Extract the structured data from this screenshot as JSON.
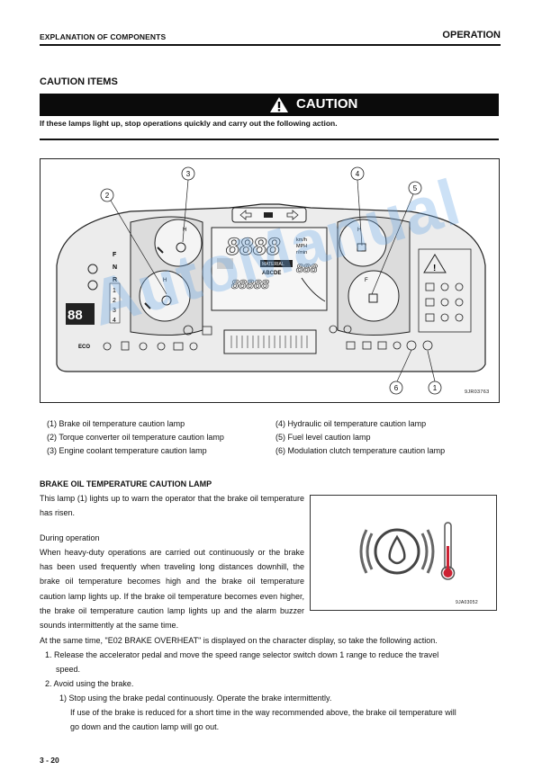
{
  "header": {
    "left": "EXPLANATION OF COMPONENTS",
    "right": "OPERATION"
  },
  "section_title": "CAUTION ITEMS",
  "caution": {
    "label": "CAUTION",
    "note": "If these lamps light up, stop operations quickly and carry out the following action."
  },
  "figure": {
    "code": "9JR03763",
    "callouts": [
      "1",
      "2",
      "3",
      "4",
      "5",
      "6"
    ],
    "display": {
      "big_digits": "8888",
      "units": [
        "km/h",
        "MPH",
        "r/min"
      ],
      "material_label": "MATERIAL",
      "material_letters": "ABCDE",
      "small_digits": "88888",
      "right_digits": "888",
      "gear_left": "88",
      "gear_letters": [
        "F",
        "N",
        "R"
      ],
      "gear_numbers": [
        "1",
        "2",
        "3",
        "4"
      ],
      "eco": "ECO"
    }
  },
  "items_left": [
    "(1)  Brake oil temperature caution lamp",
    "(2)  Torque converter oil temperature caution lamp",
    "(3)  Engine coolant temperature caution lamp"
  ],
  "items_right": [
    "(4)  Hydraulic oil temperature caution lamp",
    "(5)  Fuel level caution lamp",
    "(6)  Modulation clutch temperature caution lamp"
  ],
  "subsection_title": "BRAKE OIL TEMPERATURE CAUTION LAMP",
  "intro": "This lamp (1) lights up to warn the operator that the brake oil temperature has risen.",
  "during_operation_label": "During operation",
  "body_text": "When heavy-duty operations are carried out continuously or the brake has been used frequently when traveling long distances downhill, the brake oil temperature becomes high and the brake oil temperature caution lamp lights up. If the brake oil temperature becomes even higher, the brake oil temperature caution lamp lights up and the alarm buzzer sounds intermittently at the same time.",
  "e02_line": "At the same time, \"E02 BRAKE OVERHEAT\" is displayed on the character display, so take the following action.",
  "steps": {
    "step1": "1.  Release the accelerator pedal and move the speed range selector switch down 1 range to reduce the travel",
    "step1_cont": "speed.",
    "step2": "2.  Avoid using the brake.",
    "step2a": "1)  Stop using the brake pedal continuously. Operate the brake intermittently.",
    "step2a_cont1": "If use of the brake is reduced for a short time in the way recommended above, the brake oil temperature will",
    "step2a_cont2": "go down and the caution lamp will go out."
  },
  "small_figure_code": "9JA03052",
  "page_number": "3 - 20",
  "watermark": "AutoManual"
}
